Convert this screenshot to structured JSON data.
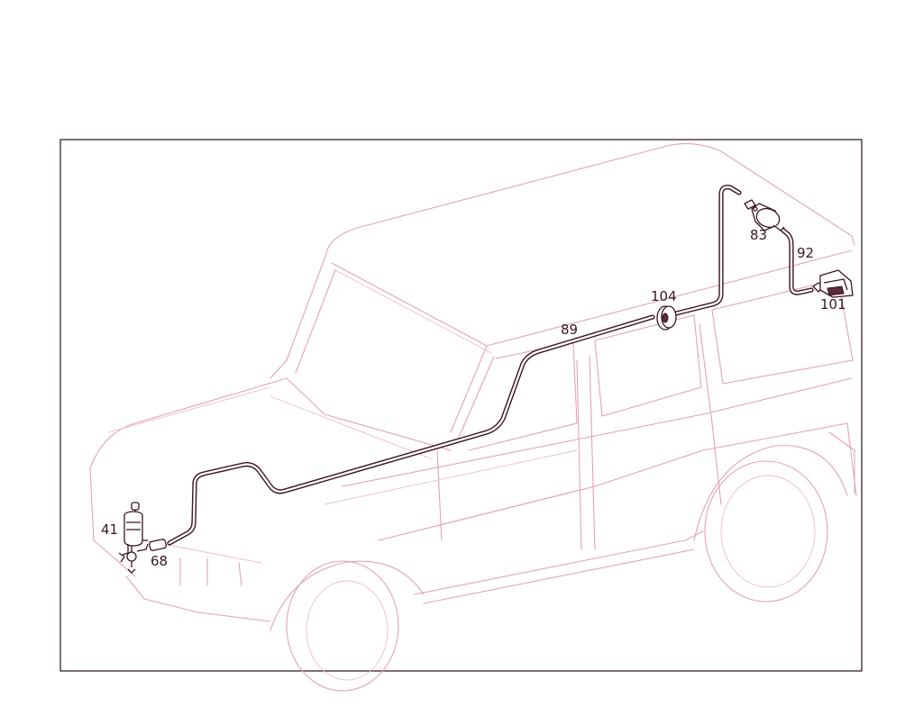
{
  "diagram": {
    "callouts": [
      {
        "id": "41",
        "label": "41",
        "part": "washer pump"
      },
      {
        "id": "68",
        "label": "68",
        "part": "hose connector"
      },
      {
        "id": "89",
        "label": "89",
        "part": "washer hose"
      },
      {
        "id": "104",
        "label": "104",
        "part": "grommet"
      },
      {
        "id": "83",
        "label": "83",
        "part": "check valve"
      },
      {
        "id": "92",
        "label": "92",
        "part": "hose"
      },
      {
        "id": "101",
        "label": "101",
        "part": "spray nozzle"
      }
    ],
    "colors": {
      "vehicle_outline": "#e4a2b8",
      "parts_line": "#3b1425",
      "frame": "#2a0f1c",
      "background": "#ffffff"
    }
  }
}
